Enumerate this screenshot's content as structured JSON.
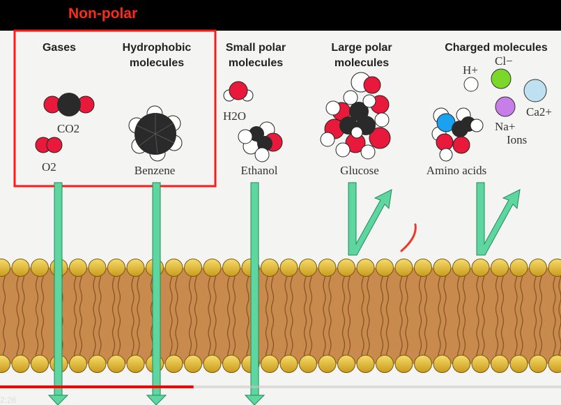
{
  "heading": {
    "text": "Non-polar",
    "color": "#ff2a1a"
  },
  "categories": {
    "gases": "Gases",
    "hydrophobic": [
      "Hydrophobic",
      "molecules"
    ],
    "small_polar": [
      "Small polar",
      "molecules"
    ],
    "large_polar": [
      "Large polar",
      "molecules"
    ],
    "charged": "Charged molecules"
  },
  "molecules": {
    "co2": "CO2",
    "o2": "O2",
    "benzene": "Benzene",
    "h2o": "H2O",
    "ethanol": "Ethanol",
    "glucose": "Glucose",
    "amino_acids": "Amino acids",
    "h_plus": "H+",
    "cl_minus": "Cl−",
    "na_plus": "Na+",
    "ca2_plus": "Ca2+",
    "ions": "Ions"
  },
  "colors": {
    "atom_oxygen": "#e8193a",
    "atom_carbon": "#2a2a2a",
    "atom_hydrogen": "#ffffff",
    "atom_nitrogen": "#1aa2f0",
    "chloride": "#7bd82a",
    "sodium": "#c87ee8",
    "calcium": "#bfe0f0",
    "arrow": "#5fd6a0",
    "membrane_head": "#e8c23a",
    "membrane_tail": "#c98a4e",
    "highlight_box": "#ff1a1a"
  },
  "video": {
    "progress_fraction": 0.345,
    "time": "2:26"
  }
}
